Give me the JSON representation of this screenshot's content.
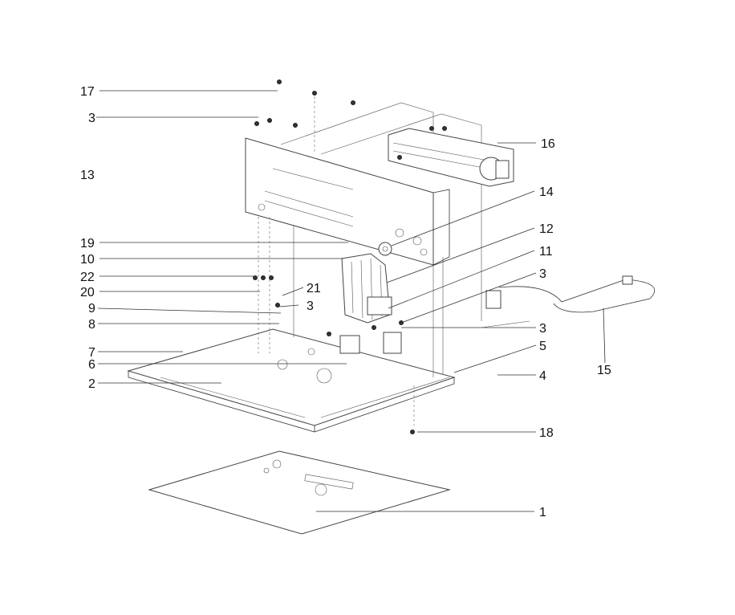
{
  "callouts": [
    {
      "id": "17",
      "text": "17"
    },
    {
      "id": "3a",
      "text": "3"
    },
    {
      "id": "13",
      "text": "13"
    },
    {
      "id": "16",
      "text": "16"
    },
    {
      "id": "14",
      "text": "14"
    },
    {
      "id": "12",
      "text": "12"
    },
    {
      "id": "11",
      "text": "11"
    },
    {
      "id": "19",
      "text": "19"
    },
    {
      "id": "10",
      "text": "10"
    },
    {
      "id": "3b",
      "text": "3"
    },
    {
      "id": "22",
      "text": "22"
    },
    {
      "id": "20",
      "text": "20"
    },
    {
      "id": "21",
      "text": "21"
    },
    {
      "id": "3c",
      "text": "3"
    },
    {
      "id": "9",
      "text": "9"
    },
    {
      "id": "8",
      "text": "8"
    },
    {
      "id": "3d",
      "text": "3"
    },
    {
      "id": "7",
      "text": "7"
    },
    {
      "id": "5",
      "text": "5"
    },
    {
      "id": "15",
      "text": "15"
    },
    {
      "id": "6",
      "text": "6"
    },
    {
      "id": "2",
      "text": "2"
    },
    {
      "id": "4",
      "text": "4"
    },
    {
      "id": "18",
      "text": "18"
    },
    {
      "id": "1",
      "text": "1"
    }
  ]
}
